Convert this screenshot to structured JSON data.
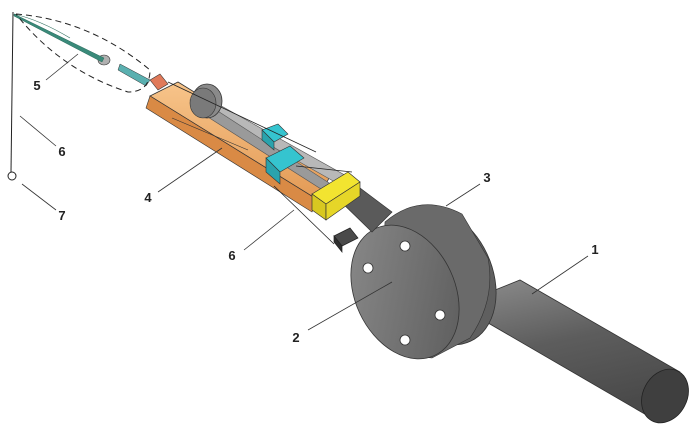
{
  "callouts": [
    {
      "id": "1",
      "label": "1"
    },
    {
      "id": "2",
      "label": "2"
    },
    {
      "id": "3",
      "label": "3"
    },
    {
      "id": "4",
      "label": "4"
    },
    {
      "id": "5",
      "label": "5"
    },
    {
      "id": "6a",
      "label": "6"
    },
    {
      "id": "6b",
      "label": "6"
    },
    {
      "id": "7",
      "label": "7"
    }
  ],
  "colors": {
    "handle": "#6b6b6b",
    "flange": "#7a7a7a",
    "boom": "#f0b070",
    "clamp": "#35c4cf",
    "carriage": "#f2e430",
    "tip": "#3a8a7a"
  }
}
